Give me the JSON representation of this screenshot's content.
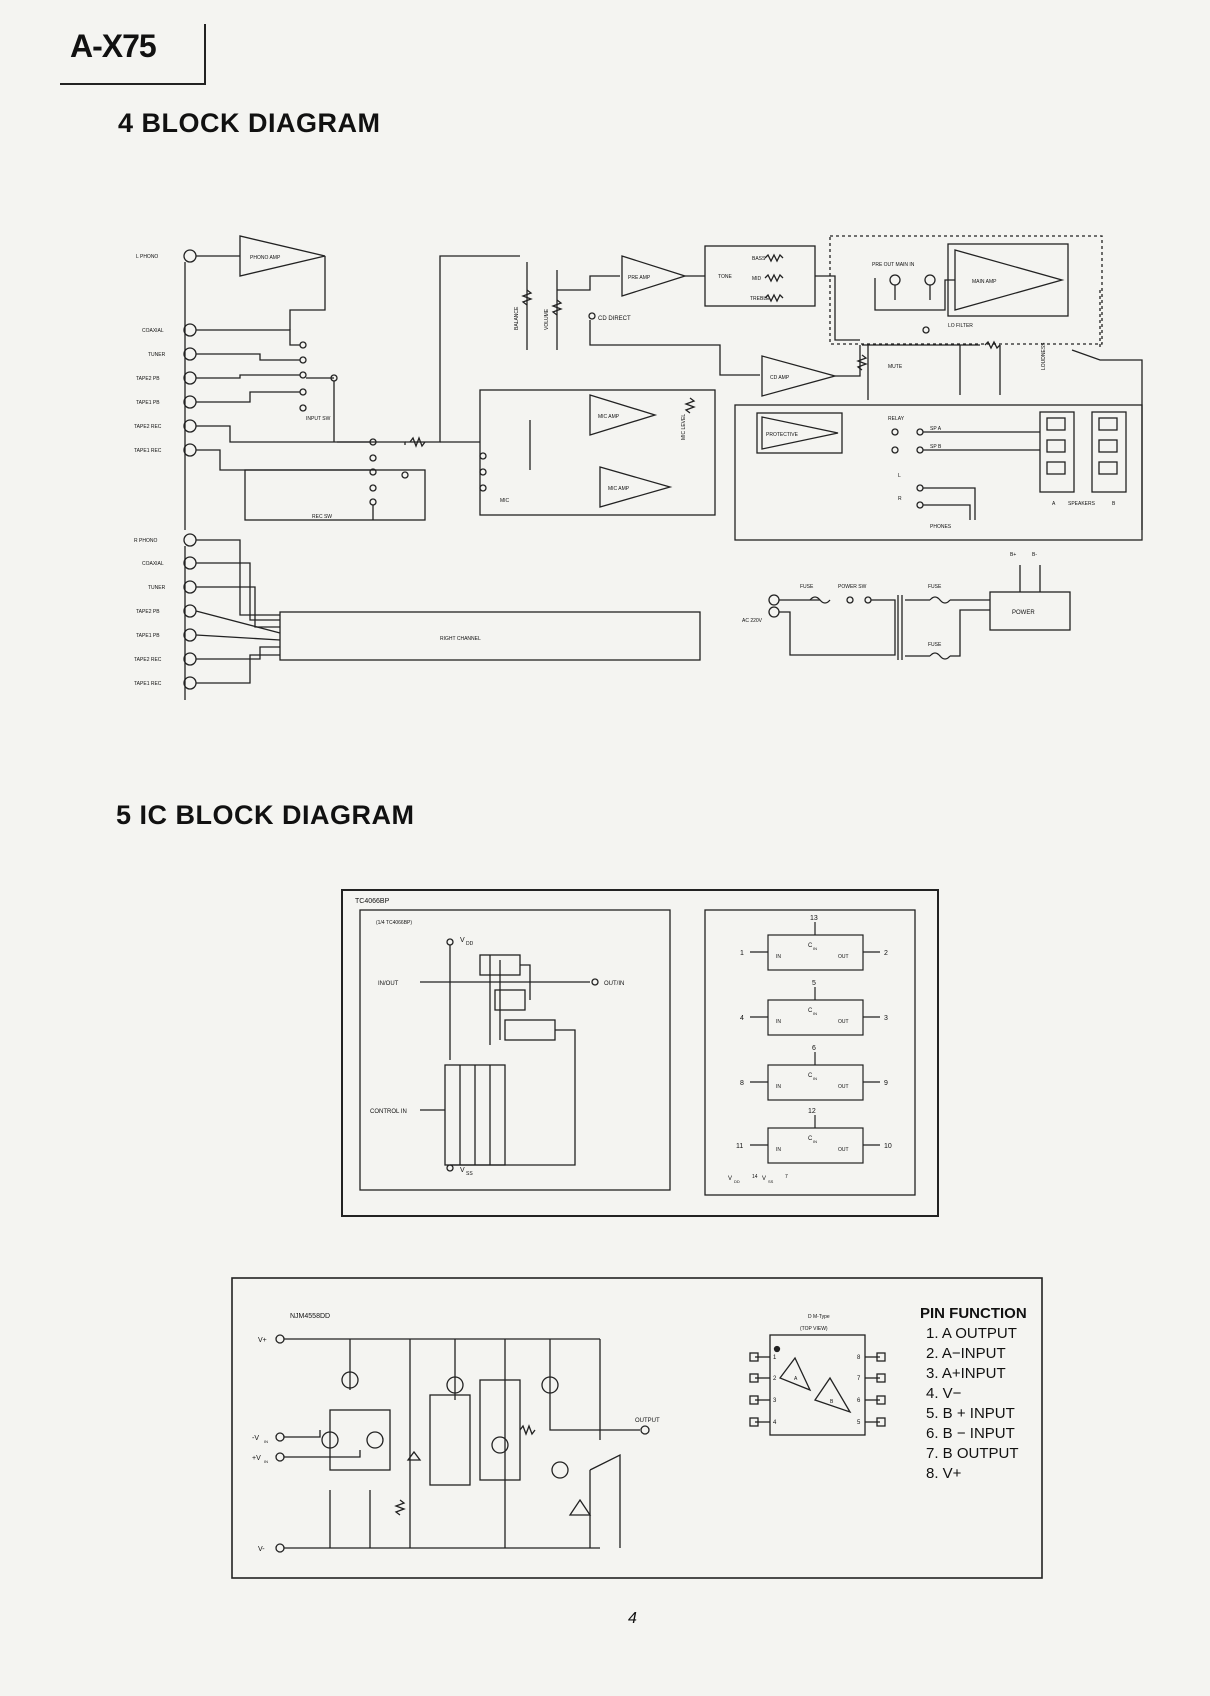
{
  "header": {
    "model": "A-X75"
  },
  "sections": {
    "block_diagram_title": "4 BLOCK DIAGRAM",
    "ic_block_diagram_title": "5 IC BLOCK DIAGRAM"
  },
  "block_diagram": {
    "inputs_left": [
      "L PHONO",
      "COAXIAL",
      "TUNER",
      "TAPE2 PB",
      "TAPE1 PB",
      "TAPE2 REC",
      "TAPE1 REC"
    ],
    "inputs_right": [
      "R PHONO",
      "COAXIAL",
      "TUNER",
      "TAPE2 PB",
      "TAPE1 PB",
      "TAPE2 REC",
      "TAPE1 REC"
    ],
    "blocks": {
      "phono_amp": "PHONO AMP",
      "pre_amp": "PRE AMP",
      "tone": "TONE",
      "bass": "BASS",
      "mid": "MID",
      "treble": "TREBLE",
      "main_amp": "MAIN AMP",
      "pre_out_main_in": "PRE OUT  MAIN IN",
      "lo_filter": "LO FILTER",
      "loudness": "LOUDNESS",
      "mute": "MUTE",
      "relay": "RELAY",
      "cd_direct": "CD DIRECT",
      "cd_amp": "CD AMP",
      "mic_amp_1": "MIC AMP",
      "mic_amp_2": "MIC AMP",
      "mic": "MIC",
      "mic_level": "MIC LEVEL",
      "balance": "BALANCE",
      "volume": "VOLUME",
      "input_sw": "INPUT SW",
      "rec_sw": "REC SW",
      "protective": "PROTECTIVE",
      "sp_a": "SP A",
      "sp_b": "SP B",
      "speakers": "SPEAKERS",
      "spk_a": "A",
      "spk_b": "B",
      "phones": "PHONES",
      "phones_l": "L",
      "phones_r": "R",
      "right_channel": "RIGHT CHANNEL",
      "ac_220v": "AC 220V",
      "fuse_1": "FUSE",
      "power_sw": "POWER SW",
      "fuse_2": "FUSE",
      "fuse_3": "FUSE",
      "power": "POWER",
      "b_plus": "B+",
      "b_minus": "B-"
    }
  },
  "ic_tc4066": {
    "part": "TC4066BP",
    "sub": "(1/4 TC4066BP)",
    "vdd": "V",
    "vdd_sub": "DD",
    "vss": "V",
    "vss_sub": "SS",
    "in_out": "IN/OUT",
    "out_in": "OUT/IN",
    "control_in": "CONTROL IN",
    "switches": [
      {
        "top": "13",
        "left": "1",
        "right": "2"
      },
      {
        "top": "5",
        "left": "4",
        "right": "3"
      },
      {
        "top": "6",
        "left": "8",
        "right": "9"
      },
      {
        "top": "12",
        "left": "11",
        "right": "10"
      }
    ],
    "cin": "C",
    "cin_sub": "IN",
    "in_label": "IN",
    "out_label": "OUT",
    "supply_note_vdd": "V",
    "supply_note_vdd_sub": "DD",
    "supply_note_vdd_pin": "14",
    "supply_note_vss": "V",
    "supply_note_vss_sub": "SS",
    "supply_note_vss_pin": "7"
  },
  "ic_njm4558": {
    "part": "NJM4558DD",
    "v_plus": "V+",
    "v_minus": "V-",
    "in_minus": "-V",
    "in_minus_sub": "IN",
    "in_plus": "+V",
    "in_plus_sub": "IN",
    "output": "OUTPUT",
    "package_type": "D M-Type",
    "package_view": "(TOP VIEW)",
    "package_pins_left": [
      "1",
      "2",
      "3",
      "4"
    ],
    "package_pins_right": [
      "8",
      "7",
      "6",
      "5"
    ],
    "opamp_a": "A",
    "opamp_b": "B"
  },
  "pin_function": {
    "title": "PIN FUNCTION",
    "items": [
      "1. A OUTPUT",
      "2. A−INPUT",
      "3. A+INPUT",
      "4. V−",
      "5. B + INPUT",
      "6. B − INPUT",
      "7. B OUTPUT",
      "8. V+"
    ]
  },
  "footer": {
    "page": "4"
  }
}
